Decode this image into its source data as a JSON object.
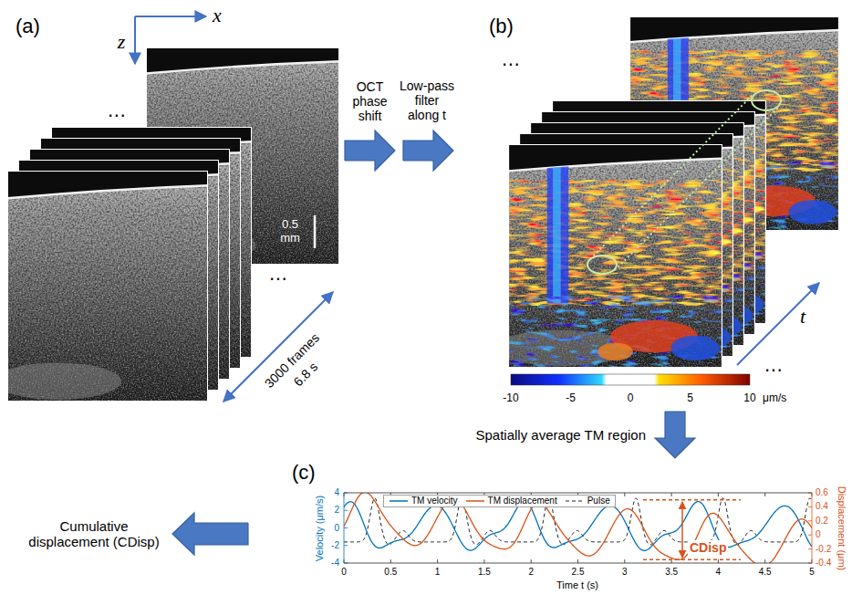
{
  "diagram": {
    "nodes": [
      {
        "text": [
          "(a)"
        ]
      },
      {
        "text": [
          "(b)"
        ]
      },
      {
        "text": [
          "(c)"
        ]
      },
      {
        "text": [
          "Cumulative displacement (CDisp)"
        ]
      }
    ],
    "edges": [
      {
        "from": 0,
        "to": 1,
        "arrow": "to",
        "label": "OCT phase shift"
      },
      {
        "from": 1,
        "to": 2,
        "arrow": "to",
        "label": "Spatially average TM region"
      },
      {
        "from": 2,
        "to": 3,
        "arrow": "to"
      }
    ],
    "labels": [
      "x",
      "z",
      "0.5 mm",
      "⋯",
      "⋯",
      "3000 frames",
      "6.8 s",
      "Low-pass filter along t",
      "⋯",
      "⋯",
      "t",
      "-10",
      "-5",
      "0",
      "5",
      "10",
      "μm/s",
      "4",
      "2",
      "0",
      "-2",
      "-4",
      "0.6",
      "0.4",
      "0.2",
      "0",
      "-0.2",
      "-0.4",
      "0",
      "0.5",
      "1",
      "1.5",
      "2",
      "2.5",
      "3",
      "3.5",
      "4",
      "4.5",
      "5",
      "Velocity (μm/s)",
      "Displacement (μm)",
      "Time t (s)",
      "CDisp"
    ],
    "legend": [
      {
        "text": "TM velocity",
        "color": "#0072bd"
      },
      {
        "text": "TM displacement",
        "color": "#d95319"
      },
      {
        "text": "Pulse"
      }
    ]
  }
}
